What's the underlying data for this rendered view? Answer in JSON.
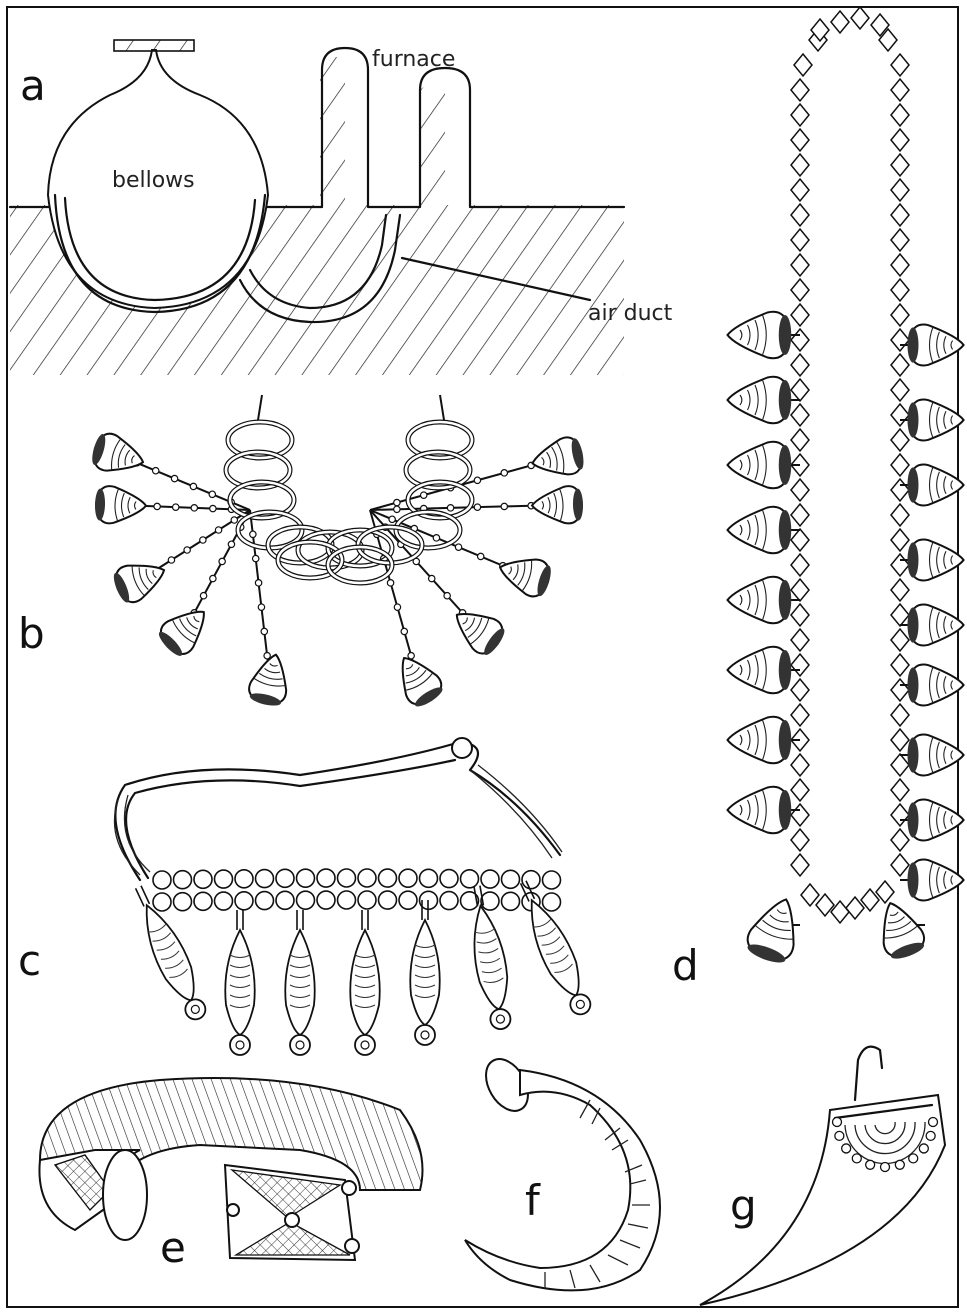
{
  "figure": {
    "panels": [
      {
        "id": "a",
        "label": "a",
        "annotations": {
          "furnace": "furnace",
          "bellows": "bellows",
          "air_duct": "air duct"
        }
      },
      {
        "id": "b",
        "label": "b"
      },
      {
        "id": "c",
        "label": "c"
      },
      {
        "id": "d",
        "label": "d"
      },
      {
        "id": "e",
        "label": "e"
      },
      {
        "id": "f",
        "label": "f"
      },
      {
        "id": "g",
        "label": "g"
      }
    ]
  },
  "colors": {
    "ink": "#111111",
    "paper": "#ffffff"
  }
}
